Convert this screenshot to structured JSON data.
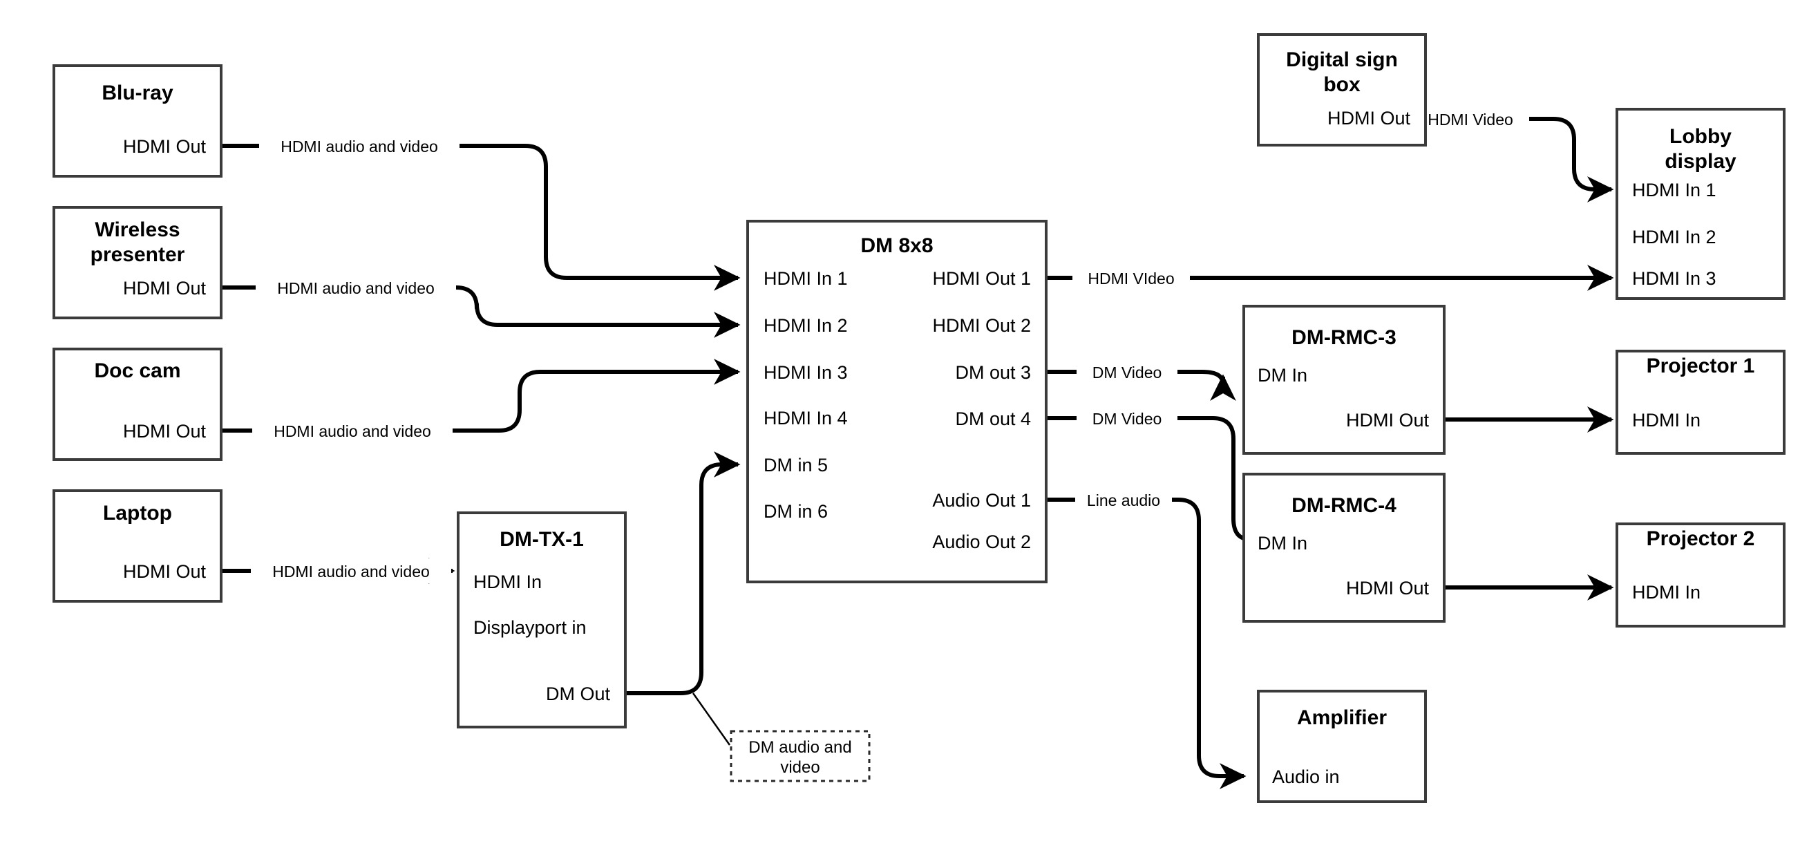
{
  "diagram": {
    "title": "AV signal flow diagram",
    "colors": {
      "box_stroke": "#3b3b3b",
      "wire": "#000000",
      "background": "#ffffff",
      "text": "#000000"
    },
    "nodes": {
      "bluray": {
        "title": "Blu-ray",
        "ports": [
          "HDMI Out"
        ]
      },
      "wireless": {
        "title": "Wireless presenter",
        "title_line1": "Wireless",
        "title_line2": "presenter",
        "ports": [
          "HDMI Out"
        ]
      },
      "doccam": {
        "title": "Doc cam",
        "ports": [
          "HDMI Out"
        ]
      },
      "laptop": {
        "title": "Laptop",
        "ports": [
          "HDMI Out"
        ]
      },
      "dmtx1": {
        "title": "DM-TX-1",
        "ports": [
          "HDMI In",
          "Displayport in",
          "DM Out"
        ]
      },
      "dm8x8": {
        "title": "DM 8x8",
        "inputs": [
          "HDMI In 1",
          "HDMI In 2",
          "HDMI In 3",
          "HDMI In 4",
          "DM in 5",
          "DM in 6"
        ],
        "outputs": [
          "HDMI Out 1",
          "HDMI Out 2",
          "DM out 3",
          "DM out 4",
          "Audio Out 1",
          "Audio Out 2"
        ]
      },
      "signbox": {
        "title": "Digital sign box",
        "title_line1": "Digital sign",
        "title_line2": "box",
        "ports": [
          "HDMI Out"
        ]
      },
      "lobby": {
        "title": "Lobby display",
        "title_line1": "Lobby",
        "title_line2": "display",
        "ports": [
          "HDMI In 1",
          "HDMI In 2",
          "HDMI In 3"
        ]
      },
      "rmc3": {
        "title": "DM-RMC-3",
        "ports": [
          "DM In",
          "HDMI Out"
        ]
      },
      "rmc4": {
        "title": "DM-RMC-4",
        "ports": [
          "DM In",
          "HDMI Out"
        ]
      },
      "projector1": {
        "title": "Projector 1",
        "ports": [
          "HDMI In"
        ]
      },
      "projector2": {
        "title": "Projector 2",
        "ports": [
          "HDMI In"
        ]
      },
      "amplifier": {
        "title": "Amplifier",
        "ports": [
          "Audio in"
        ]
      }
    },
    "edge_labels": {
      "bluray_to_in1": "HDMI audio and video",
      "wireless_to_in2": "HDMI audio and video",
      "doccam_to_in3": "HDMI audio and video",
      "laptop_to_tx": "HDMI audio and video",
      "signbox_to_lobby": "HDMI Video",
      "out1_to_lobby3": "HDMI VIdeo",
      "out3_to_rmc3": "DM Video",
      "out4_to_rmc4": "DM Video",
      "audio1_to_amp": "Line audio"
    },
    "callout": {
      "line1": "DM audio and",
      "line2": "video"
    }
  }
}
